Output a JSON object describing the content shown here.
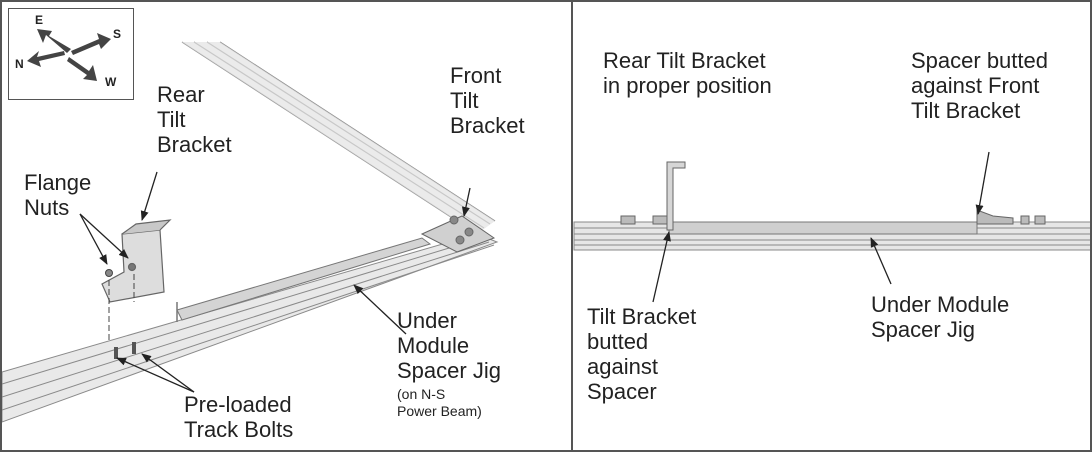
{
  "compass": {
    "e": "E",
    "s": "S",
    "n": "N",
    "w": "W"
  },
  "left_labels": {
    "front_tilt_bracket": "Front\nTilt\nBracket",
    "rear_tilt_bracket": "Rear\nTilt\nBracket",
    "flange_nuts": "Flange\nNuts",
    "under_module_spacer_jig": "Under\nModule\nSpacer Jig",
    "power_beam_note": "(on N-S\nPower Beam)",
    "track_bolts": "Pre-loaded\nTrack Bolts"
  },
  "right_labels": {
    "rear_tilt_bracket_position": "Rear Tilt Bracket\nin proper position",
    "spacer_butted": "Spacer butted\nagainst Front\nTilt Bracket",
    "tilt_bracket_butted": "Tilt Bracket\nbutted\nagainst\nSpacer",
    "under_module_spacer_jig": "Under Module\nSpacer Jig"
  }
}
